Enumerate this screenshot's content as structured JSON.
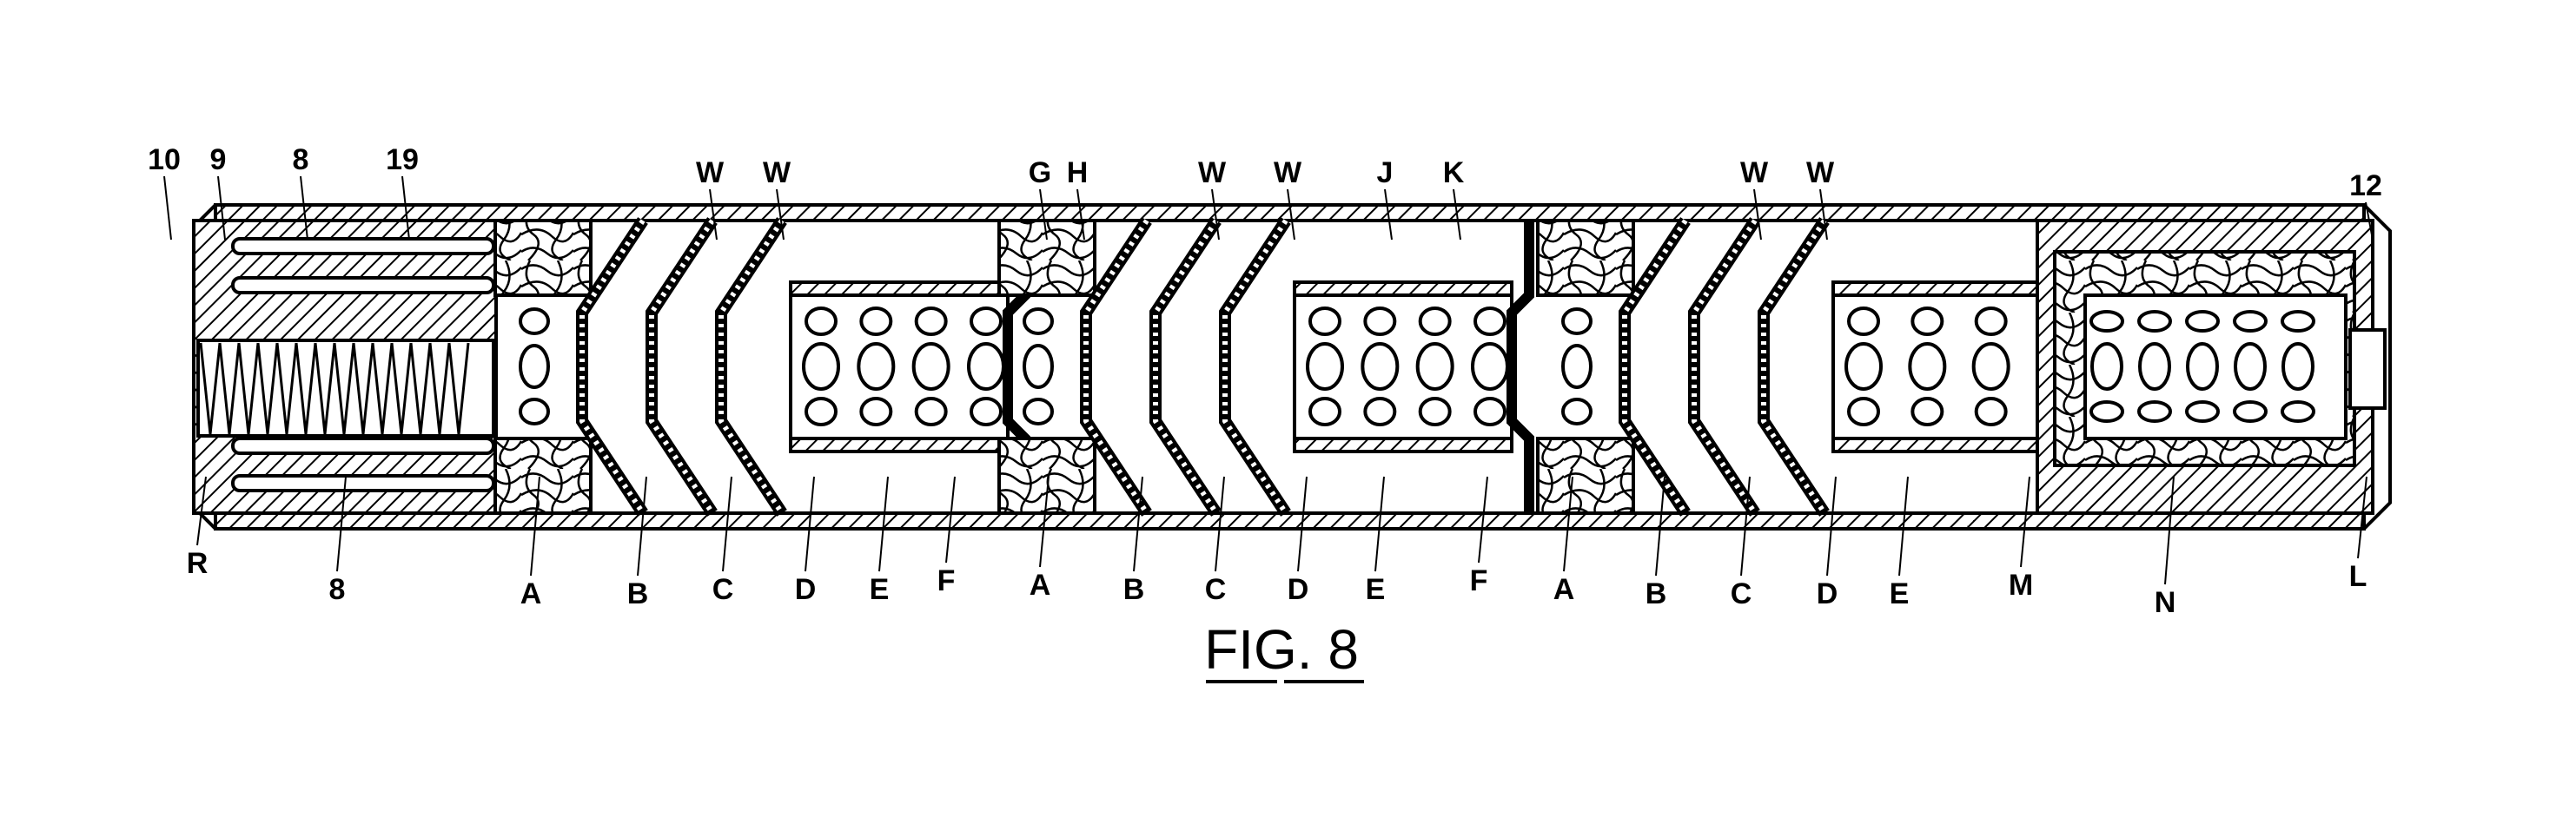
{
  "figure": {
    "title": "FIG. 8"
  },
  "labels_top": [
    "10",
    "9",
    "8",
    "19",
    "W",
    "W",
    "G",
    "H",
    "W",
    "W",
    "J",
    "K",
    "W",
    "W",
    "12"
  ],
  "labels_bottom": [
    "R",
    "8",
    "A",
    "B",
    "C",
    "D",
    "E",
    "F",
    "A",
    "B",
    "C",
    "D",
    "E",
    "F",
    "A",
    "B",
    "C",
    "D",
    "E",
    "M",
    "N",
    "L"
  ],
  "colors": {
    "ink": "#000000",
    "paper": "#ffffff"
  }
}
